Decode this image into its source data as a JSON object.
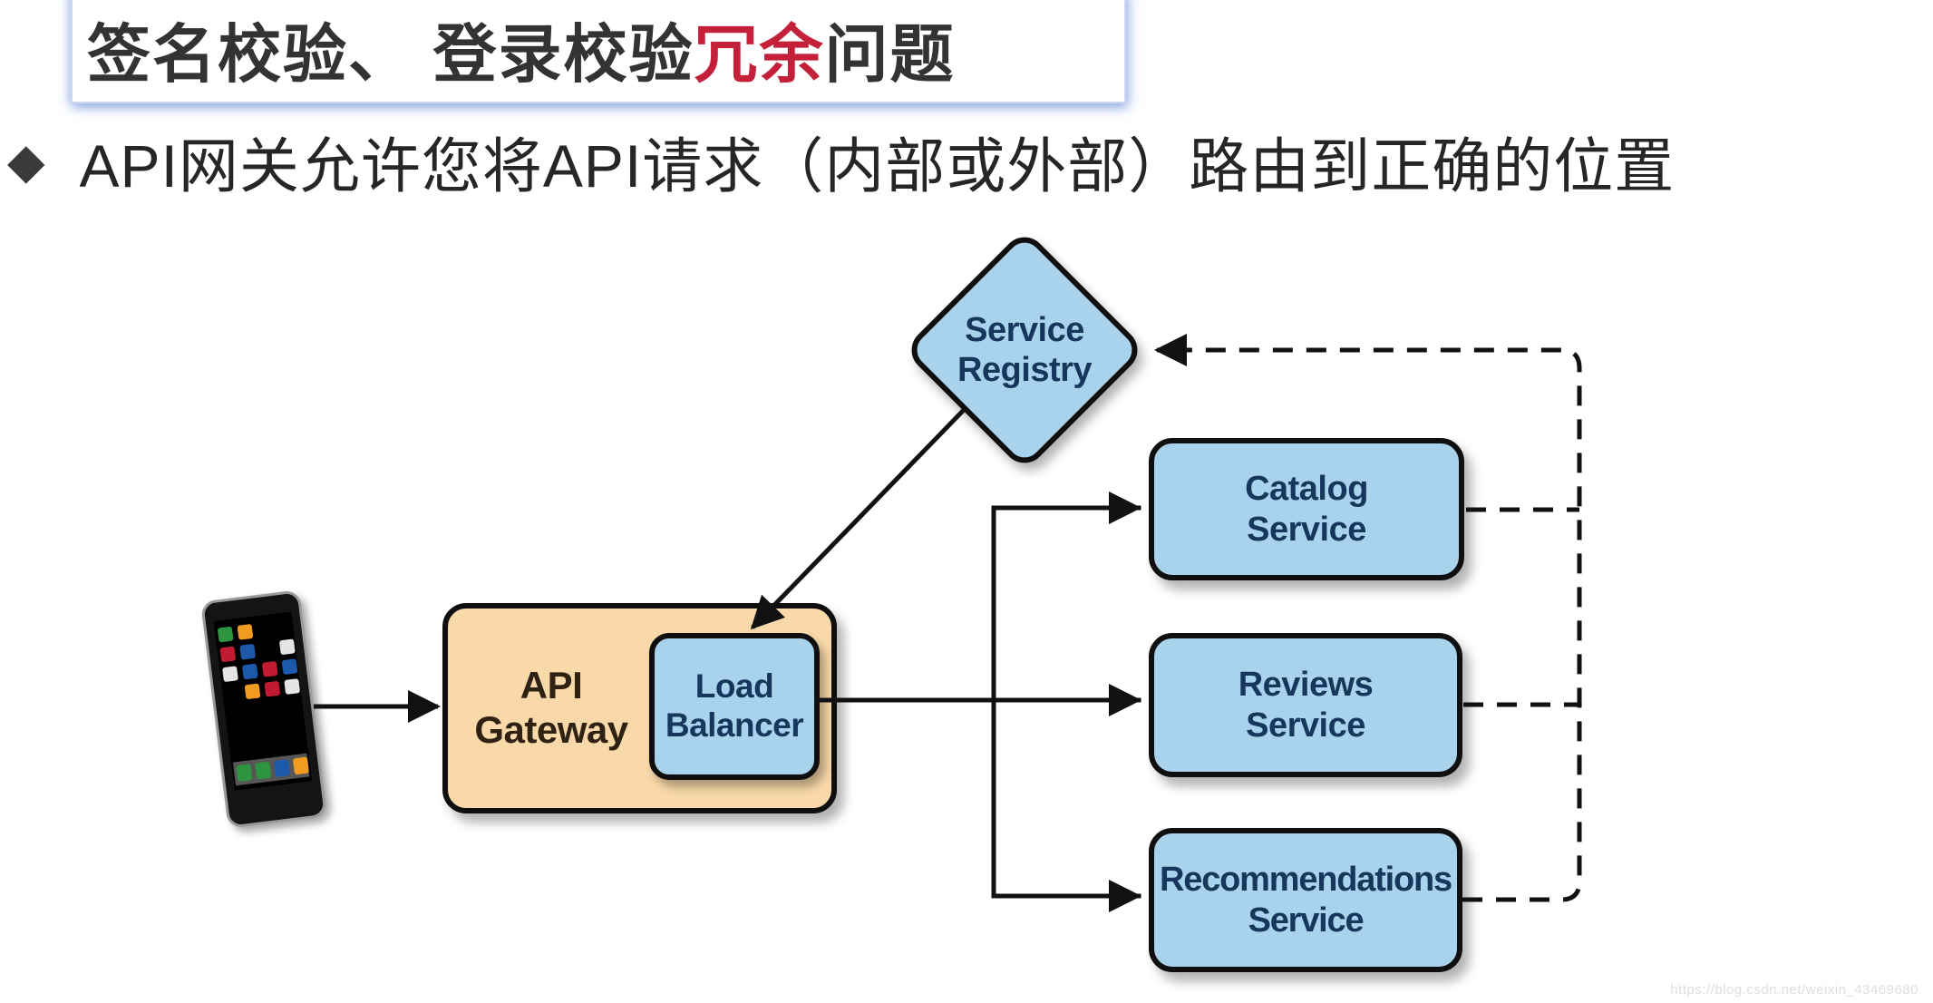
{
  "slide": {
    "title": {
      "part1": "签名校验、 登录校验",
      "highlight": "冗余",
      "part2": "问题"
    },
    "bullet": {
      "marker": "◆",
      "text": "API网关允许您将API请求（内部或外部）路由到正确的位置"
    }
  },
  "diagram": {
    "client": {
      "icon": "smartphone-icon"
    },
    "api_gateway": {
      "line1": "API",
      "line2": "Gateway"
    },
    "load_balancer": {
      "line1": "Load",
      "line2": "Balancer"
    },
    "service_registry": {
      "line1": "Service",
      "line2": "Registry"
    },
    "services": [
      {
        "line1": "Catalog",
        "line2": "Service"
      },
      {
        "line1": "Reviews",
        "line2": "Service"
      },
      {
        "line1": "Recommendations",
        "line2": "Service"
      }
    ],
    "colors": {
      "node_blue": "#a9d3ec",
      "gateway_tan": "#f9d9a9",
      "label_navy": "#16365c",
      "highlight_red": "#c5203a",
      "line_black": "#111111"
    }
  },
  "watermark": "https://blog.csdn.net/weixin_43469680"
}
